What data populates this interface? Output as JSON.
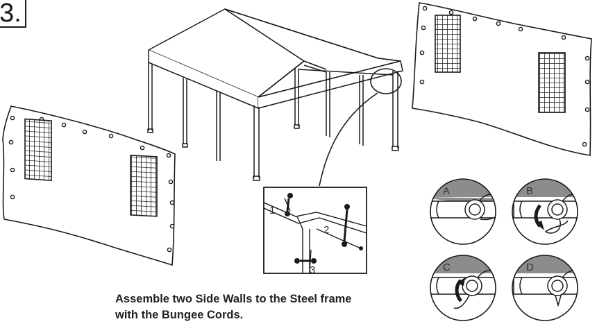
{
  "step": {
    "number": "3."
  },
  "caption": {
    "line1": "Assemble two Side Walls to the Steel frame",
    "line2": "with the Bungee Cords."
  },
  "detail_callouts": [
    "1",
    "2",
    "3"
  ],
  "bungee_steps": [
    "A",
    "B",
    "C",
    "D"
  ],
  "colors": {
    "ink": "#1a1a1a",
    "panel_fill": "#ffffff",
    "circle_top": "#8c8c8c"
  },
  "icons": [
    "canopy-frame",
    "side-wall-panel",
    "window-mesh",
    "bungee-cord",
    "ball-bungee"
  ]
}
